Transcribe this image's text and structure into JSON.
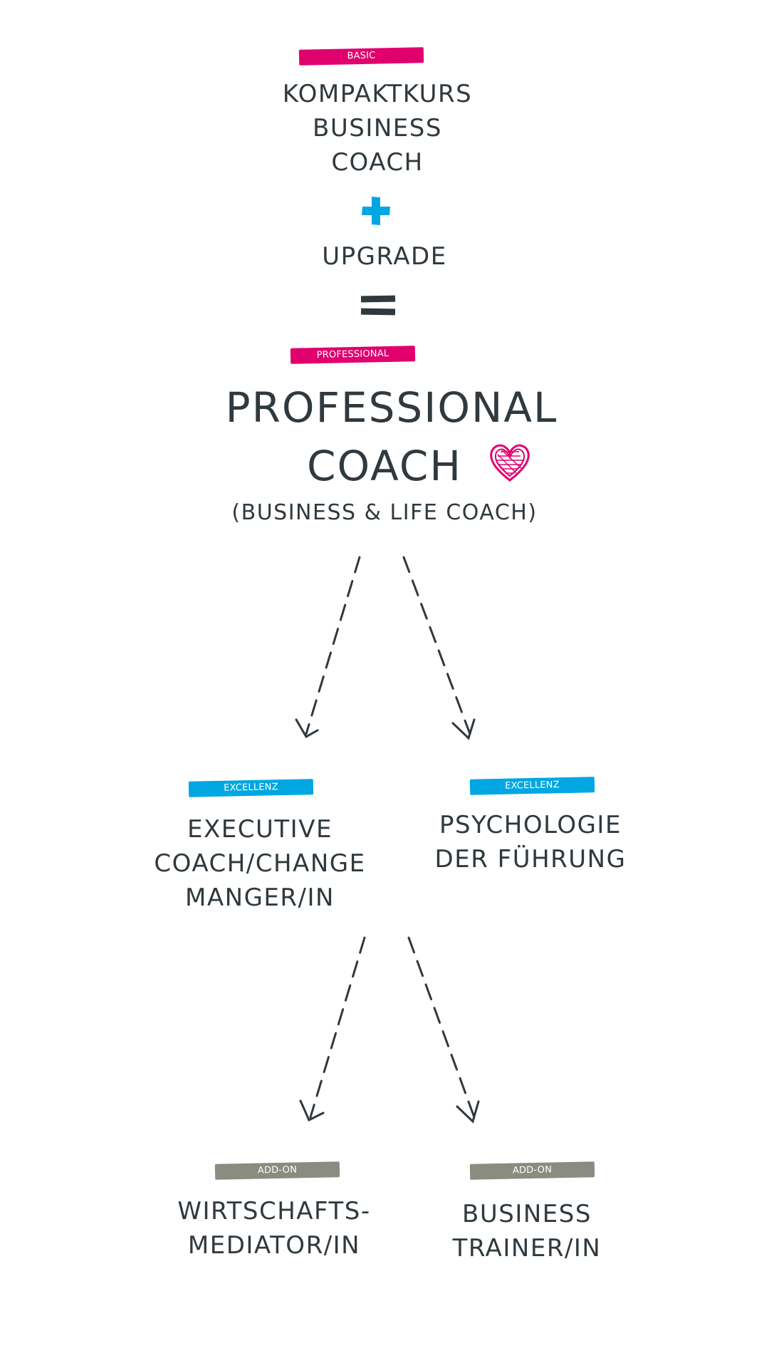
{
  "colors": {
    "text": "#2f393e",
    "basic": "#e0006e",
    "excellenz": "#00a7e1",
    "addon": "#8a8c7f",
    "plus": "#00a7e1",
    "heart": "#e0006e"
  },
  "basic": {
    "tag": "BASIC",
    "title": "KOMPAKTKURS\nBUSINESS\nCOACH"
  },
  "plus_icon": "plus-icon",
  "upgrade": {
    "title": "UPGRADE"
  },
  "equals_icon": "equals-icon",
  "professional": {
    "tag": "PROFESSIONAL",
    "title_line1": "PROFESSIONAL",
    "title_line2": "COACH",
    "subtitle": "(BUSINESS & LIFE COACH)",
    "icon": "heart-icon"
  },
  "excellenz_left": {
    "tag": "EXCELLENZ",
    "title": "EXECUTIVE\nCOACH/CHANGE\nMANGER/IN"
  },
  "excellenz_right": {
    "tag": "EXCELLENZ",
    "title": "PSYCHOLOGIE\nDER FÜHRUNG"
  },
  "addon_left": {
    "tag": "ADD-ON",
    "title": "WIRTSCHAFTS-\nMEDIATOR/IN"
  },
  "addon_right": {
    "tag": "ADD-ON",
    "title": "BUSINESS\nTRAINER/IN"
  }
}
